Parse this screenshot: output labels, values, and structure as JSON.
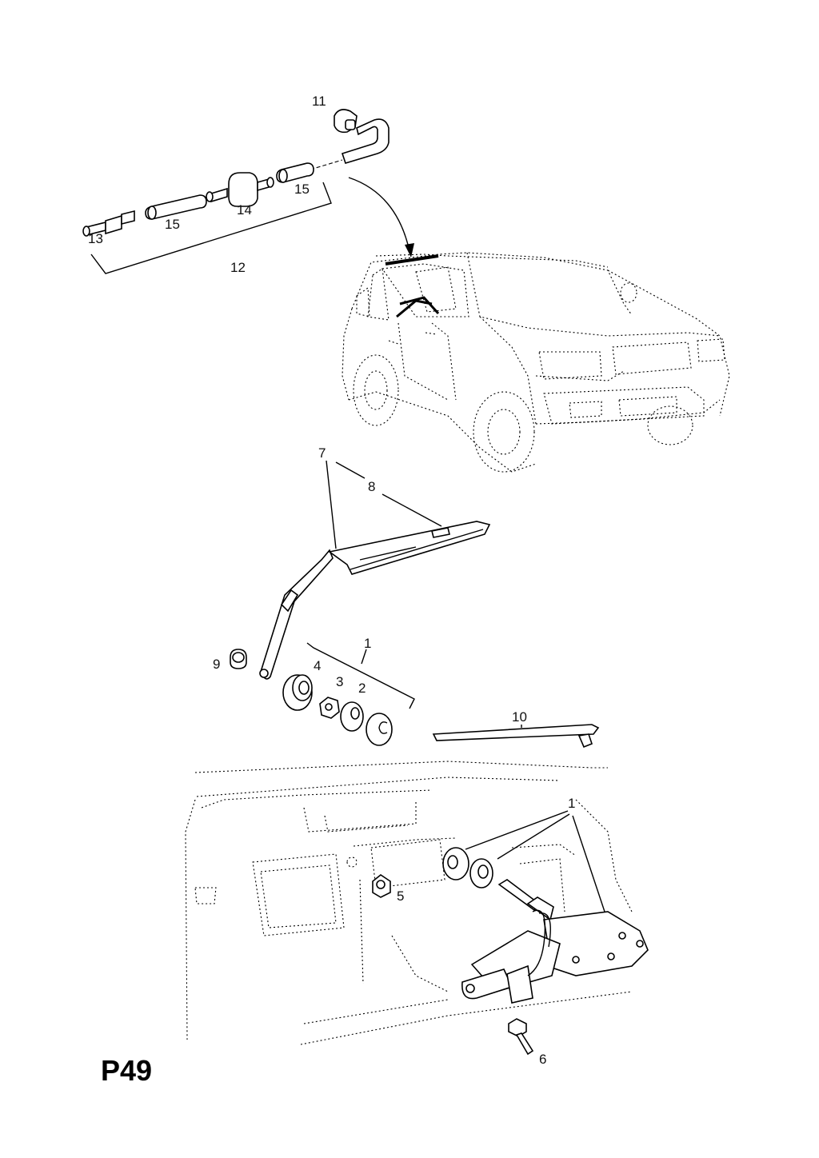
{
  "page_code": "P49",
  "callouts": {
    "c1_top": "1",
    "c1_bottom": "1",
    "c2": "2",
    "c3": "3",
    "c4": "4",
    "c5": "5",
    "c6": "6",
    "c7": "7",
    "c8": "8",
    "c9": "9",
    "c10": "10",
    "c11": "11",
    "c12": "12",
    "c13": "13",
    "c14": "14",
    "c15_left": "15",
    "c15_right": "15"
  }
}
